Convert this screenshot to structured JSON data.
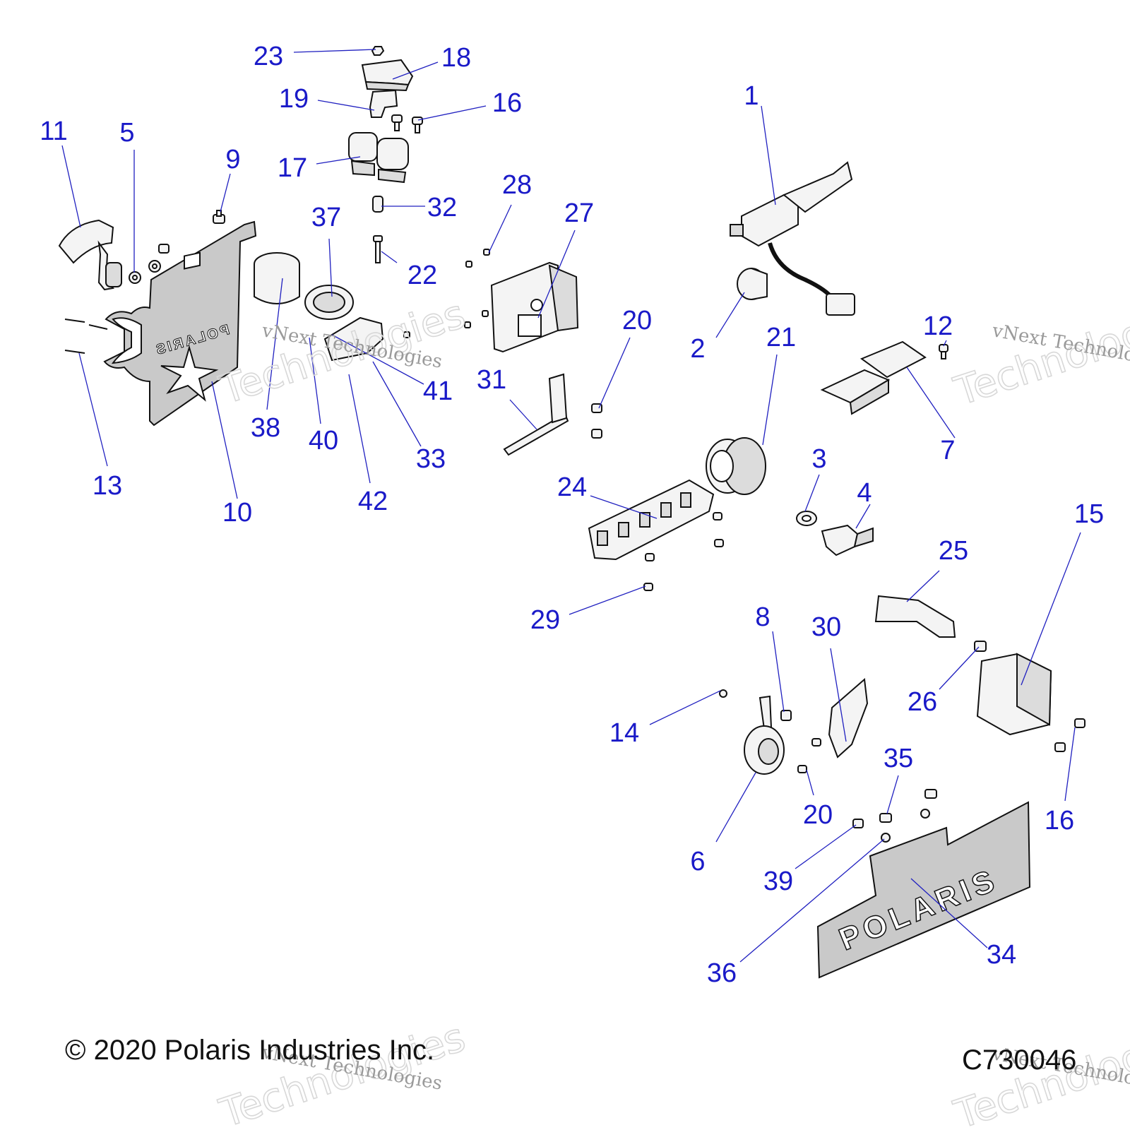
{
  "diagram": {
    "callouts": [
      {
        "id": "c1",
        "label": "1"
      },
      {
        "id": "c2",
        "label": "2"
      },
      {
        "id": "c3",
        "label": "3"
      },
      {
        "id": "c4",
        "label": "4"
      },
      {
        "id": "c5",
        "label": "5"
      },
      {
        "id": "c6",
        "label": "6"
      },
      {
        "id": "c7",
        "label": "7"
      },
      {
        "id": "c8",
        "label": "8"
      },
      {
        "id": "c9",
        "label": "9"
      },
      {
        "id": "c10",
        "label": "10"
      },
      {
        "id": "c11",
        "label": "11"
      },
      {
        "id": "c12",
        "label": "12"
      },
      {
        "id": "c13",
        "label": "13"
      },
      {
        "id": "c14",
        "label": "14"
      },
      {
        "id": "c15",
        "label": "15"
      },
      {
        "id": "c16a",
        "label": "16"
      },
      {
        "id": "c16b",
        "label": "16"
      },
      {
        "id": "c17",
        "label": "17"
      },
      {
        "id": "c18",
        "label": "18"
      },
      {
        "id": "c19",
        "label": "19"
      },
      {
        "id": "c20a",
        "label": "20"
      },
      {
        "id": "c20b",
        "label": "20"
      },
      {
        "id": "c21",
        "label": "21"
      },
      {
        "id": "c22",
        "label": "22"
      },
      {
        "id": "c23",
        "label": "23"
      },
      {
        "id": "c24",
        "label": "24"
      },
      {
        "id": "c25",
        "label": "25"
      },
      {
        "id": "c26",
        "label": "26"
      },
      {
        "id": "c27",
        "label": "27"
      },
      {
        "id": "c28",
        "label": "28"
      },
      {
        "id": "c29",
        "label": "29"
      },
      {
        "id": "c30",
        "label": "30"
      },
      {
        "id": "c31",
        "label": "31"
      },
      {
        "id": "c32",
        "label": "32"
      },
      {
        "id": "c33",
        "label": "33"
      },
      {
        "id": "c34",
        "label": "34"
      },
      {
        "id": "c35",
        "label": "35"
      },
      {
        "id": "c36",
        "label": "36"
      },
      {
        "id": "c37",
        "label": "37"
      },
      {
        "id": "c38",
        "label": "38"
      },
      {
        "id": "c39",
        "label": "39"
      },
      {
        "id": "c40",
        "label": "40"
      },
      {
        "id": "c41",
        "label": "41"
      },
      {
        "id": "c42",
        "label": "42"
      }
    ],
    "plate_text_large": "POLARIS",
    "plate_text_small": "POLARIS",
    "copyright": "© 2020 Polaris Industries Inc.",
    "figure_code": "C730046",
    "watermark_line": "vNext Technologies",
    "watermark_word": "Technologies"
  },
  "colors": {
    "callout": "#1a1ac8",
    "leader": "#2020c0",
    "ink": "#111111",
    "plate": "#c9c9c9"
  }
}
